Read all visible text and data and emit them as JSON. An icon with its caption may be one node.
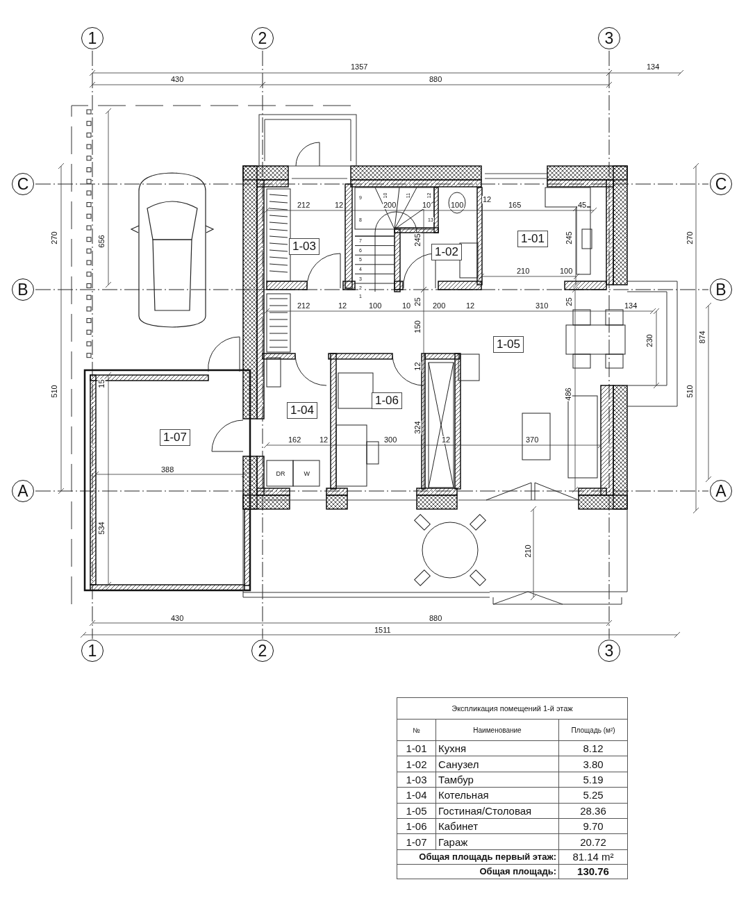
{
  "diagram": {
    "nodes": [
      {
        "text": [
          "1"
        ]
      },
      {
        "text": [
          "2"
        ]
      },
      {
        "text": [
          "3"
        ]
      },
      {
        "text": [
          "C"
        ]
      },
      {
        "text": [
          "C"
        ]
      },
      {
        "text": [
          "1-03"
        ]
      },
      {
        "text": [
          "1-02"
        ]
      },
      {
        "text": [
          "1-01"
        ]
      },
      {
        "text": [
          "B"
        ]
      },
      {
        "text": [
          "B"
        ]
      },
      {
        "text": [
          "1-05"
        ]
      },
      {
        "text": [
          "1-04"
        ]
      },
      {
        "text": [
          "1-06"
        ]
      },
      {
        "text": [
          "1-07"
        ]
      },
      {
        "text": [
          "A"
        ]
      },
      {
        "text": [
          "A"
        ]
      },
      {
        "text": [
          "1"
        ]
      },
      {
        "text": [
          "2"
        ]
      },
      {
        "text": [
          "3"
        ]
      }
    ],
    "labels": [
      "1357",
      "134",
      "430",
      "880",
      "212",
      "12",
      "200",
      "10",
      "100",
      "12",
      "165",
      "45",
      "9",
      "10",
      "11",
      "12",
      "8",
      "13",
      "7",
      "6",
      "5",
      "4",
      "3",
      "2",
      "1",
      "270",
      "656",
      "245",
      "245",
      "270",
      "210",
      "100",
      "212",
      "12",
      "100",
      "10",
      "25",
      "200",
      "12",
      "310",
      "25",
      "134",
      "150",
      "230",
      "874",
      "12",
      "15",
      "510",
      "486",
      "510",
      "324",
      "162",
      "12",
      "300",
      "12",
      "370",
      "388",
      "DR",
      "W",
      "534",
      "210",
      "430",
      "880",
      "1511",
      "Экспликация помещений 1-й этаж",
      "№",
      "Наименование",
      "Площадь (м²)",
      "1-01",
      "Кухня",
      "8.12",
      "1-02",
      "Санузел",
      "3.80",
      "1-03",
      "Тамбур",
      "5.19",
      "1-04",
      "Котельная",
      "5.25",
      "1-05",
      "Гостиная/Столовая",
      "28.36",
      "1-06",
      "Кабинет",
      "9.70",
      "1-07",
      "Гараж",
      "20.72",
      "Общая площадь первый этаж:",
      "81.14 m²",
      "Общая площадь:",
      "130.76"
    ]
  }
}
